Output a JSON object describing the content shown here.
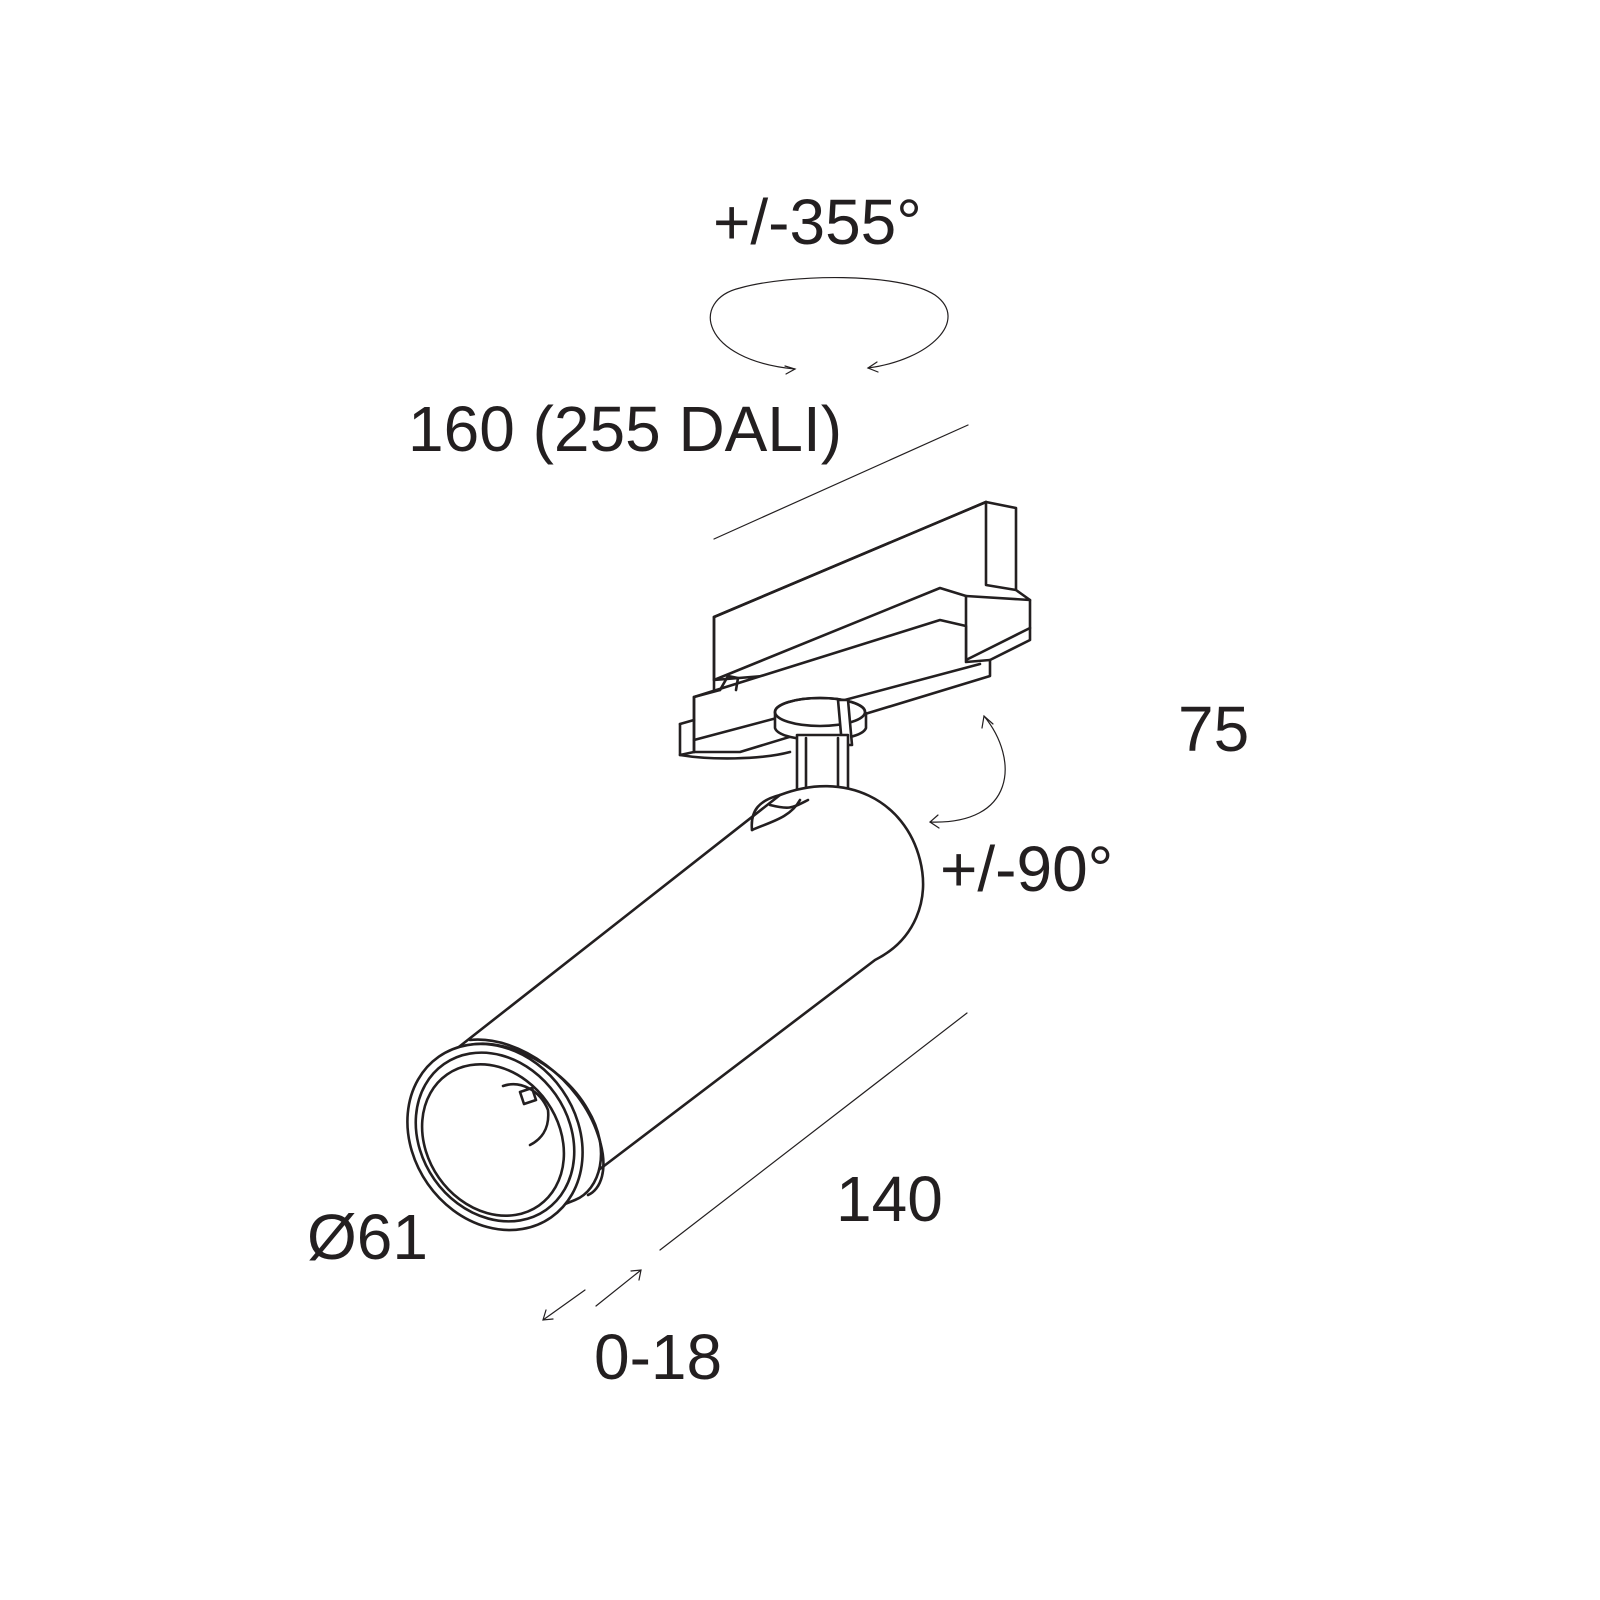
{
  "labels": {
    "rotation": "+/-355°",
    "adapter_length": "160 (255 DALI)",
    "height": "75",
    "tilt": "+/-90°",
    "body_length": "140",
    "diameter": "Ø61",
    "zoom_travel": "0-18"
  },
  "colors": {
    "line": "#231f20",
    "background": "#ffffff"
  }
}
